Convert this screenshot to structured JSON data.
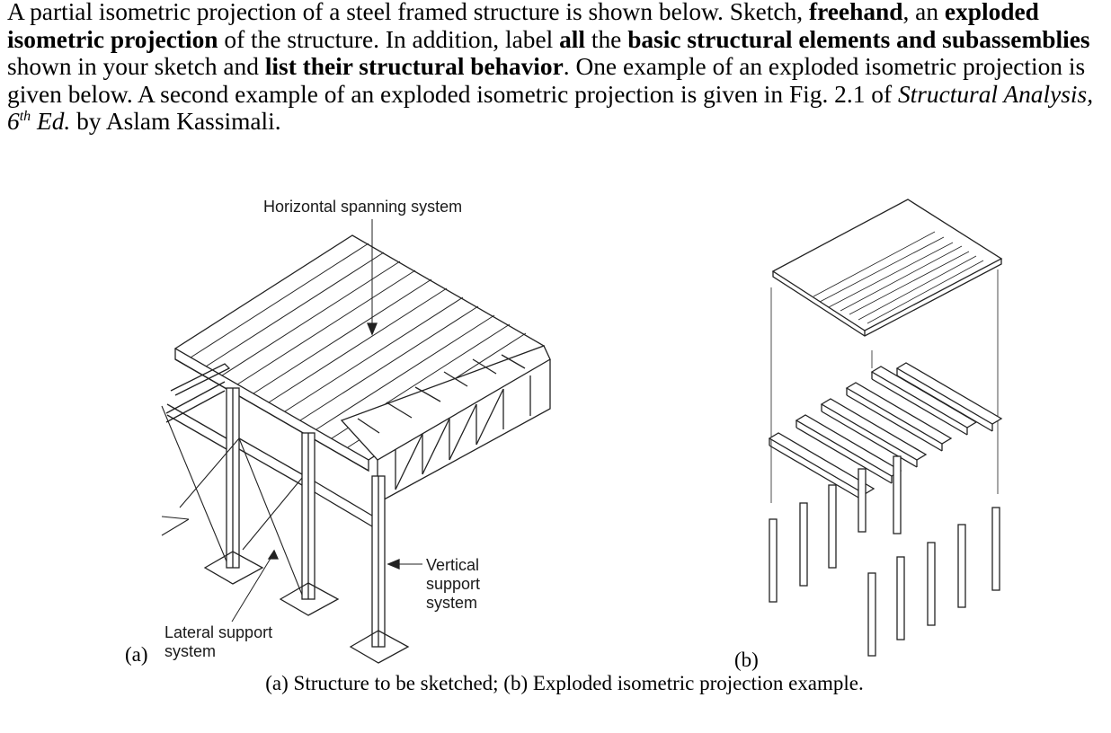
{
  "question": {
    "p1": "A partial isometric projection of a steel framed structure is shown below. Sketch, ",
    "b1": "freehand",
    "p2": ", an ",
    "b2": "exploded isometric projection",
    "p3": " of the structure. In addition, label ",
    "b3": "all",
    "p4": " the ",
    "b4": "basic structural elements and subassemblies",
    "p5": " shown in your sketch and ",
    "b5": "list their structural behavior",
    "p6": ". One example of an exploded isometric projection is given below. A second example of an exploded isometric projection is given in Fig. 2.1 of ",
    "i1": "Structural Analysis, 6",
    "sup1": "th",
    "i2": " Ed.",
    "p7": " by Aslam Kassimali."
  },
  "figure_a": {
    "tag": "(a)",
    "horizontal_label": "Horizontal spanning system",
    "vertical_label_1": "Vertical",
    "vertical_label_2": "support",
    "vertical_label_3": "system",
    "lateral_label_1": "Lateral support",
    "lateral_label_2": "system"
  },
  "figure_b": {
    "tag": "(b)"
  },
  "caption": "(a) Structure to be sketched; (b) Exploded isometric projection example."
}
